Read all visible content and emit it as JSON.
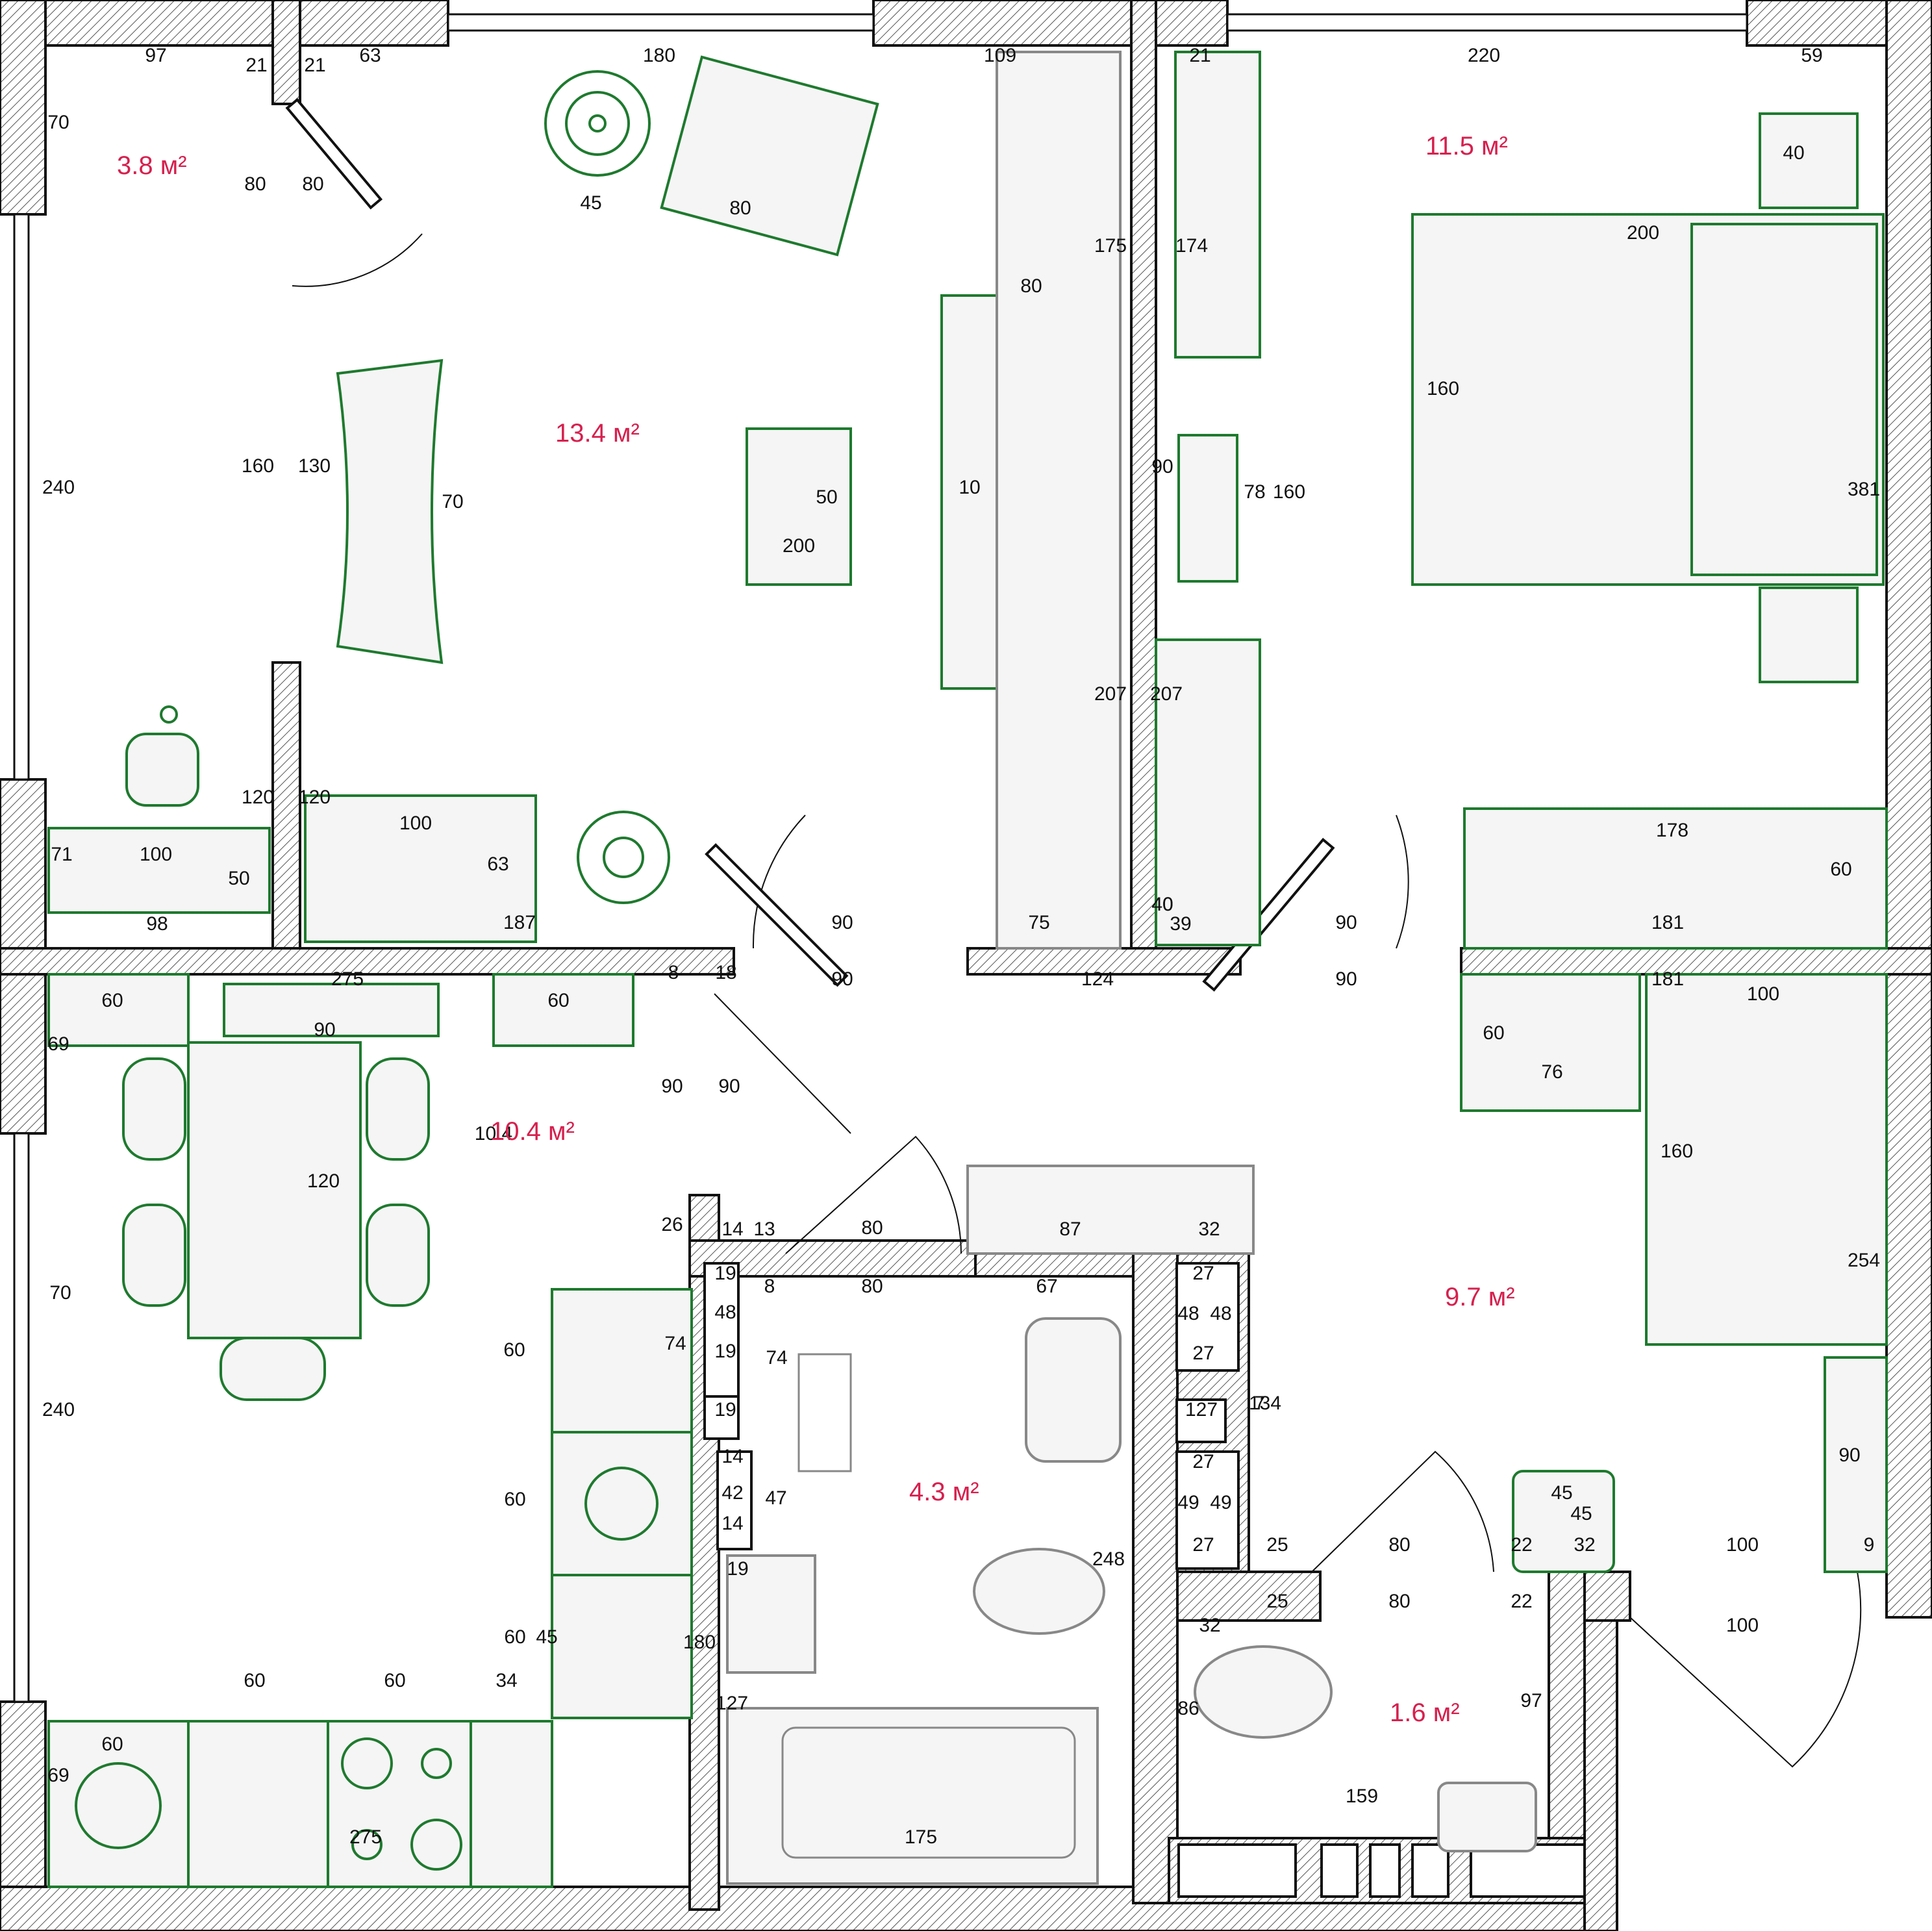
{
  "rooms": {
    "balcony_area": "3.8 м²",
    "living_area": "13.4 м²",
    "bedroom_area": "11.5 м²",
    "kitchen_area": "10.4 м²",
    "bathroom_area": "4.3 м²",
    "hall_area": "9.7 м²",
    "wc_area": "1.6 м²"
  },
  "dims": [
    "97",
    "21",
    "21",
    "63",
    "180",
    "109",
    "21",
    "220",
    "59",
    "70",
    "80",
    "80",
    "45",
    "80",
    "175",
    "174",
    "80",
    "40",
    "200",
    "160",
    "160",
    "130",
    "70",
    "50",
    "200",
    "10",
    "90",
    "78",
    "160",
    "381",
    "240",
    "207",
    "207",
    "40",
    "120",
    "120",
    "100",
    "71",
    "100",
    "50",
    "63",
    "98",
    "187",
    "90",
    "75",
    "40",
    "39",
    "90",
    "178",
    "60",
    "181",
    "275",
    "8",
    "18",
    "90",
    "124",
    "90",
    "181",
    "100",
    "60",
    "60",
    "69",
    "90",
    "90",
    "90",
    "60",
    "76",
    "10.4",
    "120",
    "160",
    "26",
    "14",
    "13",
    "80",
    "87",
    "32",
    "19",
    "8",
    "80",
    "67",
    "27",
    "48",
    "48",
    "254",
    "70",
    "60",
    "74",
    "48",
    "19",
    "74",
    "27",
    "19",
    "127",
    "7",
    "134",
    "14",
    "42",
    "47",
    "27",
    "49",
    "49",
    "90",
    "14",
    "27",
    "25",
    "80",
    "22",
    "45",
    "45",
    "32",
    "100",
    "9",
    "60",
    "248",
    "19",
    "25",
    "80",
    "22",
    "32",
    "100",
    "60",
    "45",
    "180",
    "86",
    "97",
    "60",
    "60",
    "34",
    "127",
    "60",
    "69",
    "275",
    "175",
    "159",
    "240"
  ]
}
